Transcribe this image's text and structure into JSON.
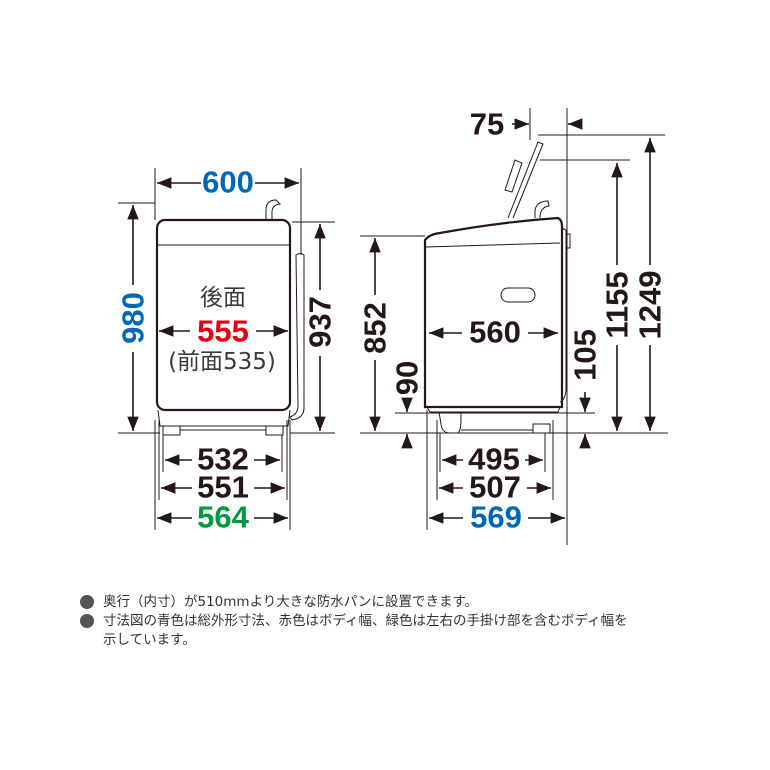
{
  "colors": {
    "blue": "#0068b7",
    "red": "#e50012",
    "green": "#009a3e",
    "black": "#231815"
  },
  "front_view": {
    "total_width": "600",
    "total_height": "980",
    "height_body": "937",
    "rear_label": "後面",
    "rear_width": "555",
    "front_width_note": "(前面535)",
    "foot_span_inner": "532",
    "foot_span_outer": "551",
    "handle_width": "564"
  },
  "side_view": {
    "lid_offset": "75",
    "lid_top_height": "1249",
    "lid_height": "1155",
    "top_height": "852",
    "depth_body": "560",
    "base_clearance": "90",
    "rear_clearance": "105",
    "foot_depth_inner": "495",
    "foot_depth_outer": "507",
    "total_depth": "569"
  },
  "notes": [
    "奥行（内寸）が510mmより大きな防水パンに設置できます。",
    "寸法図の青色は総外形寸法、赤色はボディ幅、緑色は左右の手掛け部を含むボディ幅を",
    "示しています。"
  ]
}
